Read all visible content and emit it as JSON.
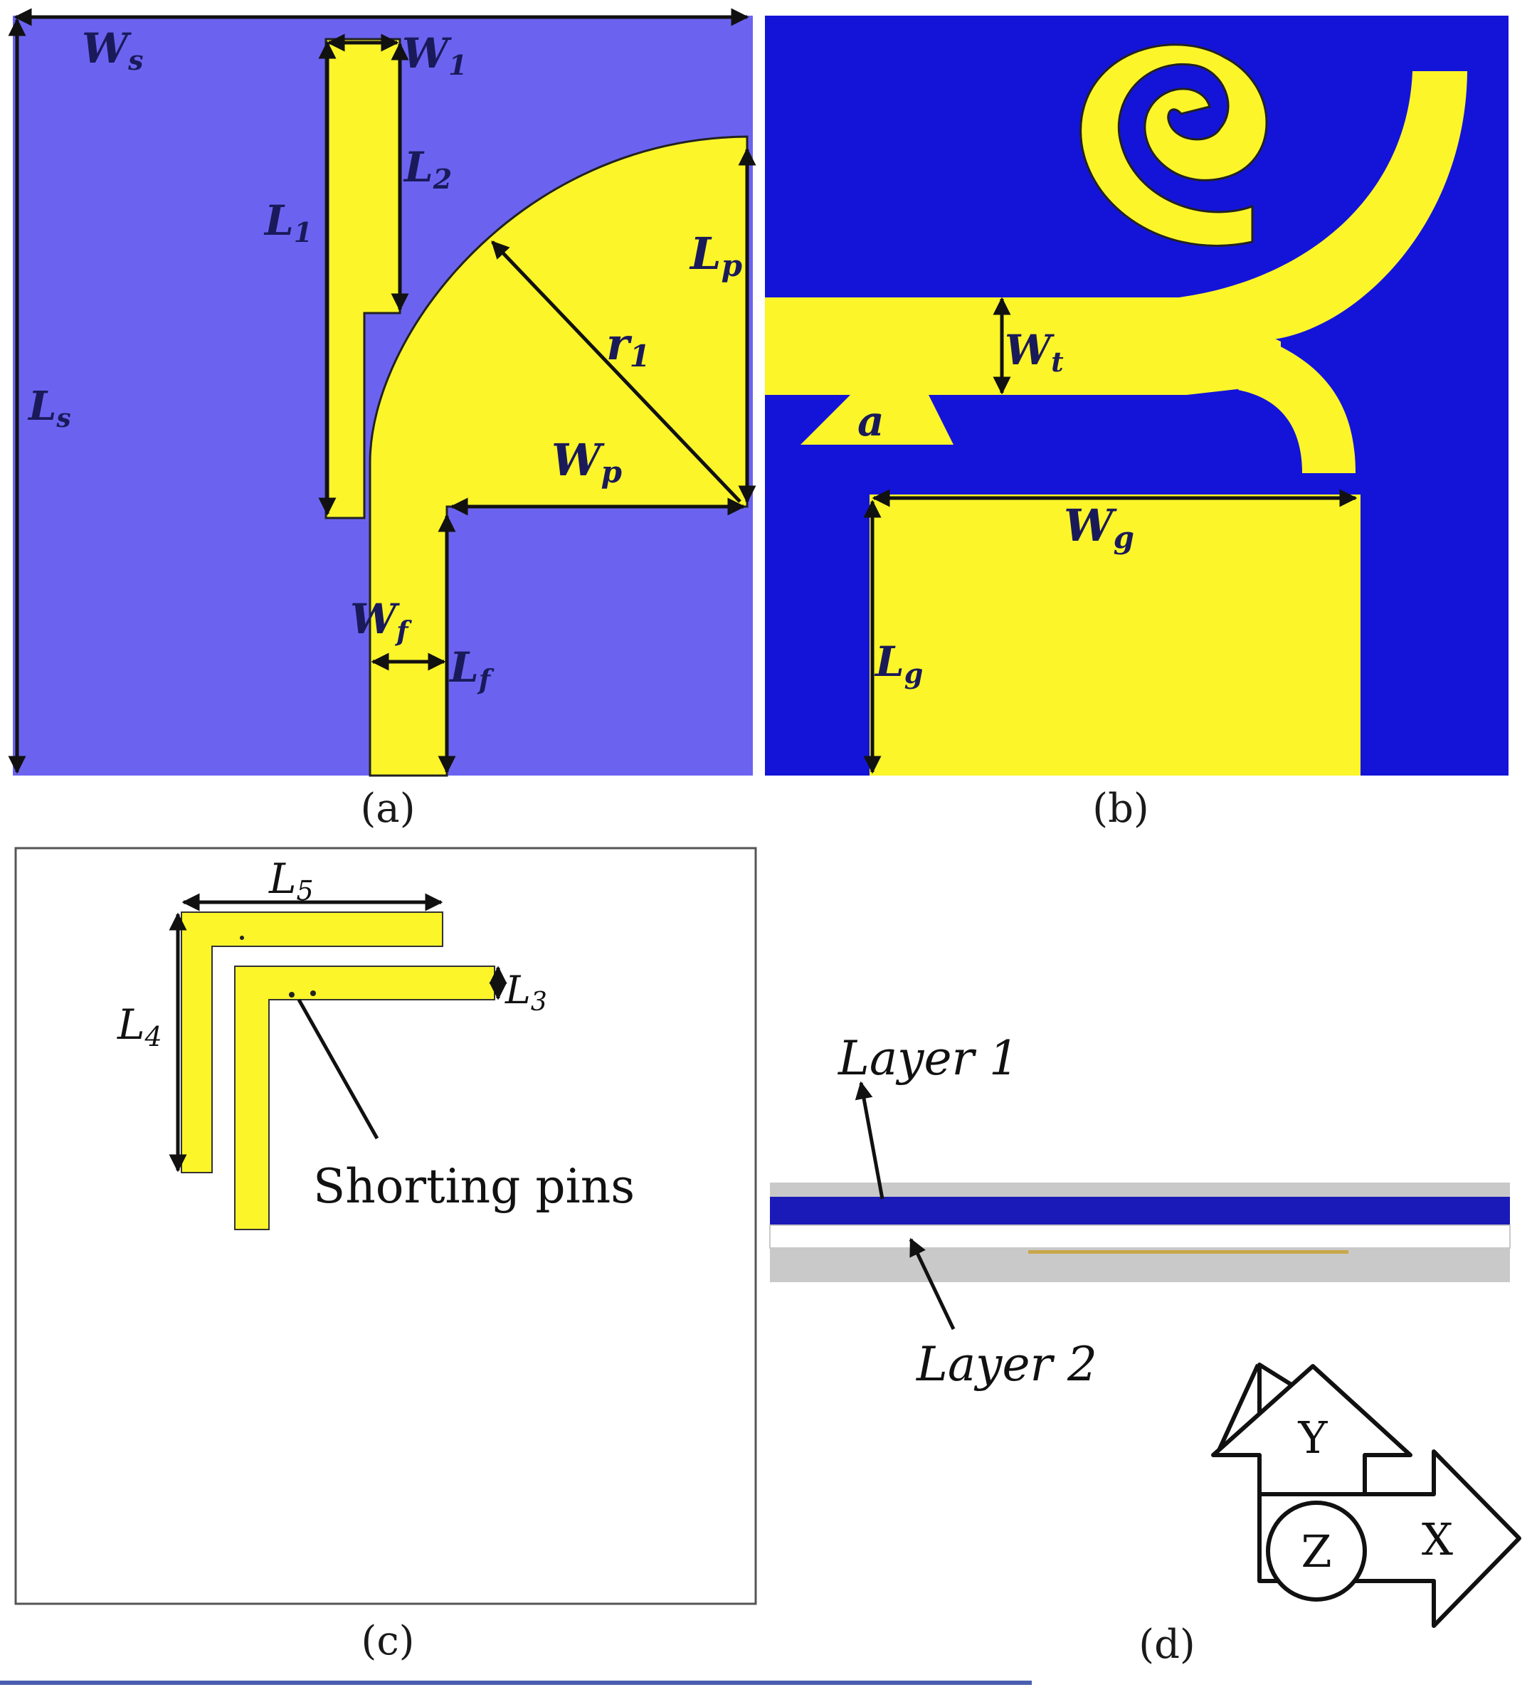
{
  "colors": {
    "substrate_a": "#6b63f0",
    "substrate_b": "#1414d8",
    "copper": "#fbf52a",
    "layer1": "#1a1ab8",
    "layer_gray": "#c9c9c9",
    "ink": "#111111"
  },
  "panel_a": {
    "caption": "(a)",
    "labels": {
      "ws": "W",
      "ws_sub": "s",
      "w1": "W",
      "w1_sub": "1",
      "l2": "L",
      "l2_sub": "2",
      "l1": "L",
      "l1_sub": "1",
      "lp": "L",
      "lp_sub": "p",
      "r1": "r",
      "r1_sub": "1",
      "ls": "L",
      "ls_sub": "s",
      "wp": "W",
      "wp_sub": "p",
      "wf": "W",
      "wf_sub": "f",
      "lf": "L",
      "lf_sub": "f"
    }
  },
  "panel_b": {
    "caption": "(b)",
    "labels": {
      "wt": "W",
      "wt_sub": "t",
      "a": "a",
      "wg": "W",
      "wg_sub": "g",
      "lg": "L",
      "lg_sub": "g"
    }
  },
  "panel_c": {
    "caption": "(c)",
    "labels": {
      "l5": "L",
      "l5_sub": "5",
      "l3": "L",
      "l3_sub": "3",
      "l4": "L",
      "l4_sub": "4",
      "pins": "Shorting pins"
    }
  },
  "panel_d": {
    "caption": "(d)",
    "labels": {
      "layer1": "Layer 1",
      "layer2": "Layer 2",
      "axis_y": "Y",
      "axis_z": "Z",
      "axis_x": "X"
    }
  }
}
